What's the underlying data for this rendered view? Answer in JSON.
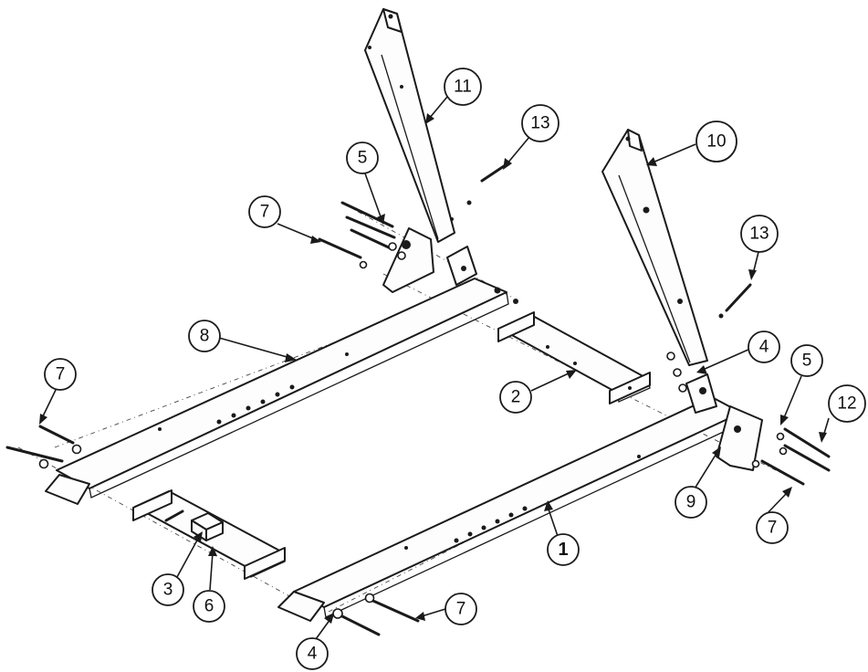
{
  "callouts": [
    {
      "id": "c1",
      "label": "1"
    },
    {
      "id": "c2",
      "label": "2"
    },
    {
      "id": "c3",
      "label": "3"
    },
    {
      "id": "c4a",
      "label": "4"
    },
    {
      "id": "c4b",
      "label": "4"
    },
    {
      "id": "c5a",
      "label": "5"
    },
    {
      "id": "c5b",
      "label": "5"
    },
    {
      "id": "c6",
      "label": "6"
    },
    {
      "id": "c7a",
      "label": "7"
    },
    {
      "id": "c7b",
      "label": "7"
    },
    {
      "id": "c7c",
      "label": "7"
    },
    {
      "id": "c7d",
      "label": "7"
    },
    {
      "id": "c8",
      "label": "8"
    },
    {
      "id": "c9",
      "label": "9"
    },
    {
      "id": "c10",
      "label": "10"
    },
    {
      "id": "c11",
      "label": "11"
    },
    {
      "id": "c12",
      "label": "12"
    },
    {
      "id": "c13a",
      "label": "13"
    },
    {
      "id": "c13b",
      "label": "13"
    }
  ]
}
